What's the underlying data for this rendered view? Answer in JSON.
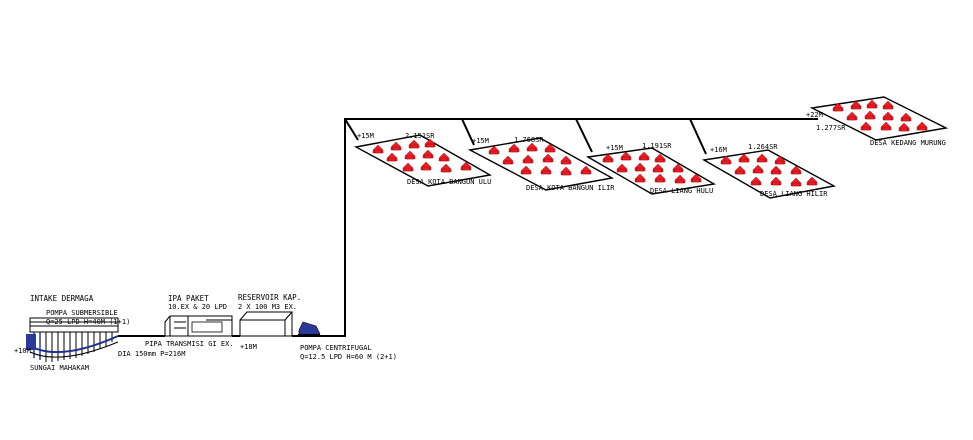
{
  "colors": {
    "line": "#000000",
    "house": "#ee1c25",
    "pump": "#2b3a9a",
    "water": "#1f2f8f"
  },
  "intake": {
    "title": "INTAKE DERMAGA",
    "pump_name": "POMPA SUBMERSIBLE",
    "pump_spec": "Q=25 LPD H=40M (1+1)",
    "elevation": "+10M",
    "river": "SUNGAI MAHAKAM"
  },
  "transmission": {
    "line1": "PIPA TRANSMISI GI EX.",
    "line2": "DIA 150mm P=216M"
  },
  "ipa": {
    "title": "IPA PAKET",
    "spec": "10.EX & 20 LPD"
  },
  "reservoir": {
    "title": "RESERVOIR KAP.",
    "spec": "2 X 100 M3 EX.",
    "elevation": "+18M"
  },
  "centrifugal": {
    "title": "POMPA CENTRIFUGAL",
    "spec": "Q=12.5 LPD H=60 M (2+1)"
  },
  "villages": [
    {
      "name": "DESA KOTA BANGUN ULU",
      "sr": "2.151SR",
      "elevation": "+15M"
    },
    {
      "name": "DESA KOTA BANGUN ILIR",
      "sr": "1.768SR",
      "elevation": "+15M"
    },
    {
      "name": "DESA LIANG HULU",
      "sr": "1.191SR",
      "elevation": "+15M"
    },
    {
      "name": "DESA LIANG HILIR",
      "sr": "1.264SR",
      "elevation": "+16M"
    },
    {
      "name": "DESA KEDANG MURUNG",
      "sr": "1.277SR",
      "elevation": "+22M"
    }
  ]
}
